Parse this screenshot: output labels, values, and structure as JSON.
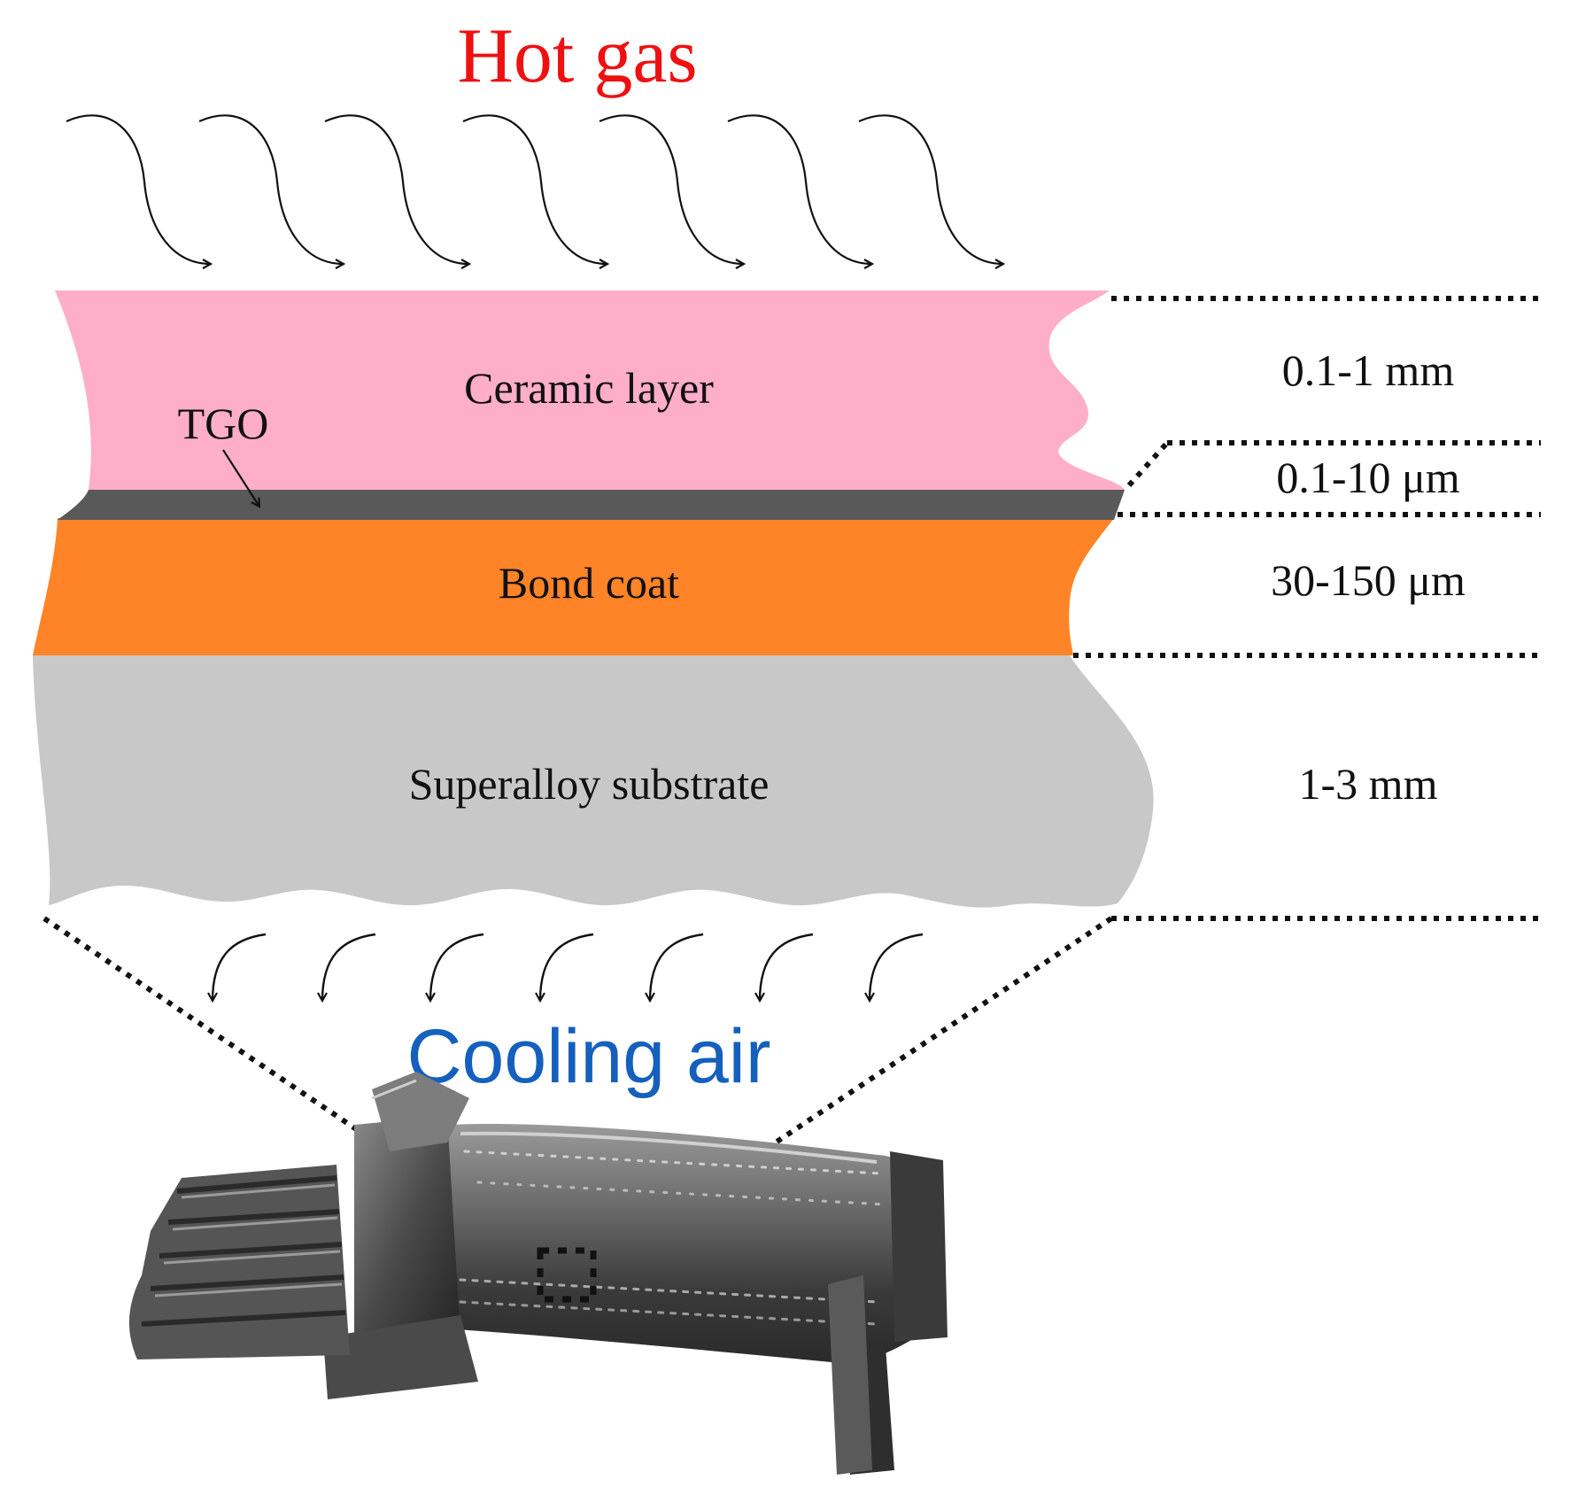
{
  "title_top": "Hot gas",
  "title_bottom": "Cooling air",
  "layers": [
    {
      "name": "Ceramic layer",
      "thickness": "0.1-1 mm",
      "color": "#ffaec9"
    },
    {
      "name": "TGO",
      "thickness": "0.1-10 μm",
      "color": "#595959"
    },
    {
      "name": "Bond coat",
      "thickness": "30-150 μm",
      "color": "#ff8427"
    },
    {
      "name": "Superalloy substrate",
      "thickness": "1-3 mm",
      "color": "#c8c8c8"
    }
  ],
  "colors": {
    "hot_gas_text": "#ee1111",
    "cooling_air_text": "#1560bd",
    "arrow": "#111111",
    "blade_dark": "#3d3d3d",
    "blade_mid": "#777777",
    "blade_light": "#a8a8a8"
  },
  "icons": {
    "hot_gas_arrows": "curved-down-arrow-icon",
    "cooling_air_arrows": "curved-down-arrow-icon",
    "blade": "turbine-blade-illustration"
  }
}
